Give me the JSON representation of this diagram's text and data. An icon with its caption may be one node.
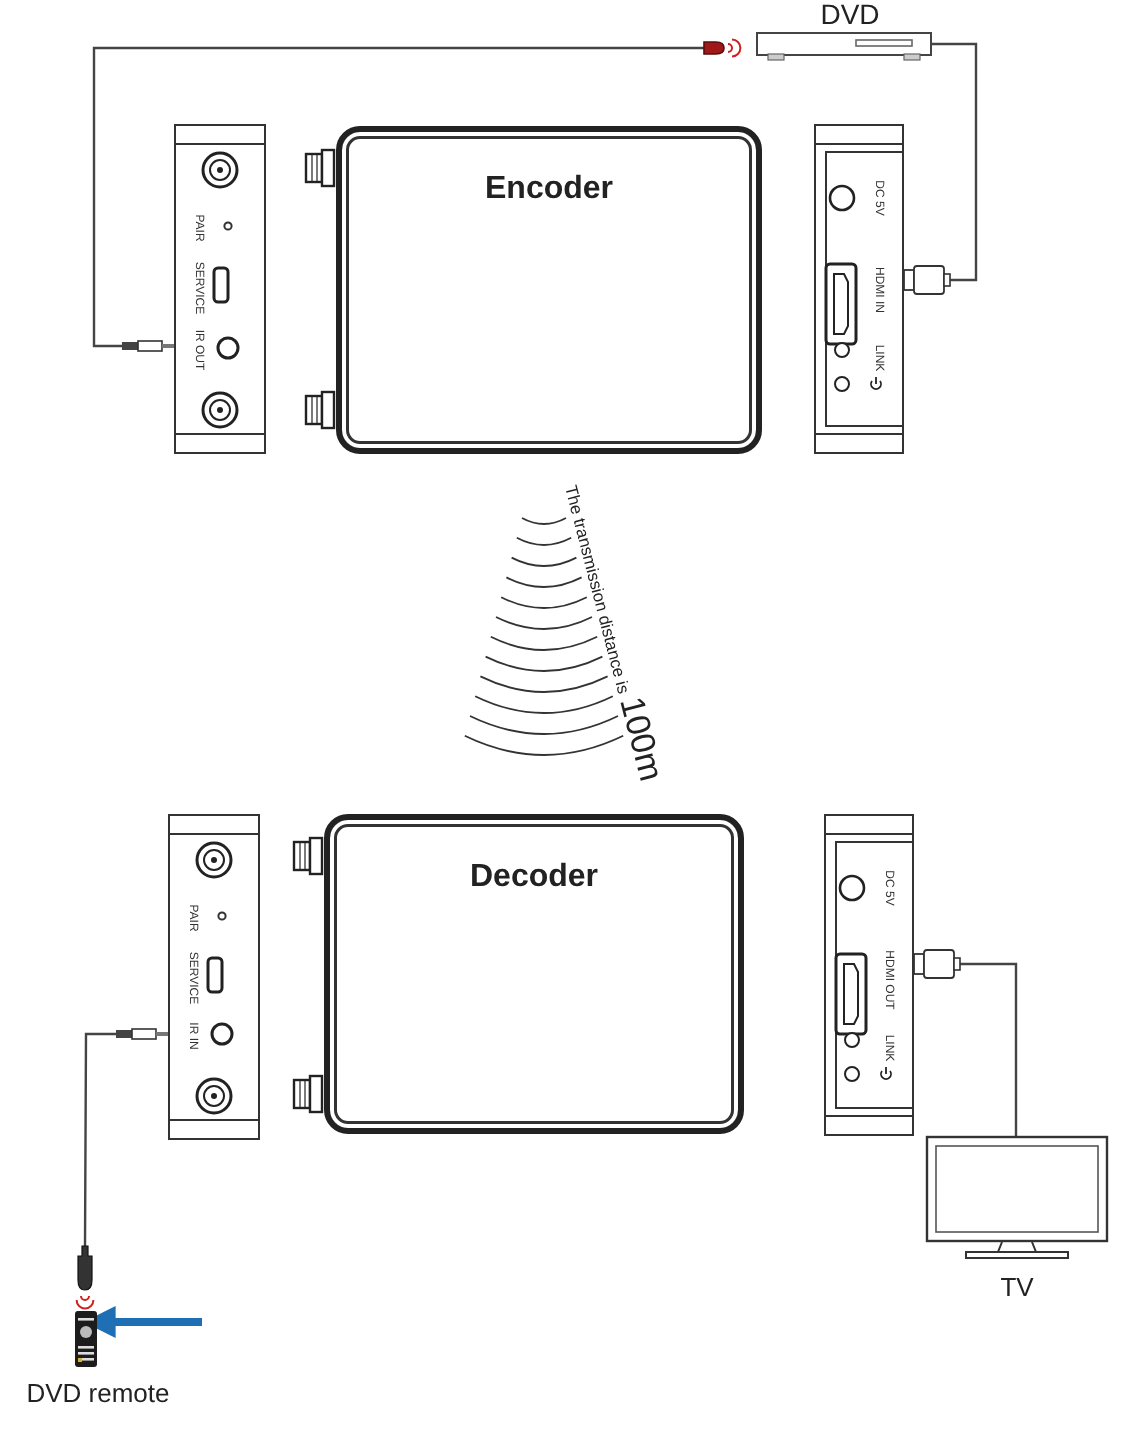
{
  "diagram": {
    "nodes": [
      {
        "text": [
          "DVD"
        ]
      },
      {
        "text": [],
        "shape": "box"
      },
      {
        "text": [
          "PAIR",
          "SERVICE",
          "IR OUT"
        ]
      },
      {
        "text": [
          "Encoder"
        ]
      },
      {
        "text": [
          "DC 5V",
          "HDMI IN",
          "LINK"
        ]
      },
      {
        "text": [
          "PAIR",
          "SERVICE",
          "IR IN"
        ]
      },
      {
        "text": [
          "Decoder"
        ]
      },
      {
        "text": [
          "DC 5V",
          "HDMI OUT",
          "LINK"
        ]
      },
      {
        "text": [
          "TV"
        ]
      },
      {
        "text": [],
        "shape": "box"
      },
      {
        "text": [
          "DVD remote"
        ]
      }
    ],
    "edges": [
      {
        "from": 1,
        "to": 2,
        "arrow": "none"
      },
      {
        "from": 0,
        "to": 4,
        "arrow": "none"
      },
      {
        "from": 5,
        "to": 9,
        "arrow": "none"
      },
      {
        "from": 7,
        "to": 8,
        "arrow": "none"
      },
      {
        "from": null,
        "to": 10,
        "arrow": "to",
        "style": "thick",
        "color": "#1f6fb4"
      }
    ],
    "labels": [
      "The transmission distance is",
      "100m"
    ]
  }
}
